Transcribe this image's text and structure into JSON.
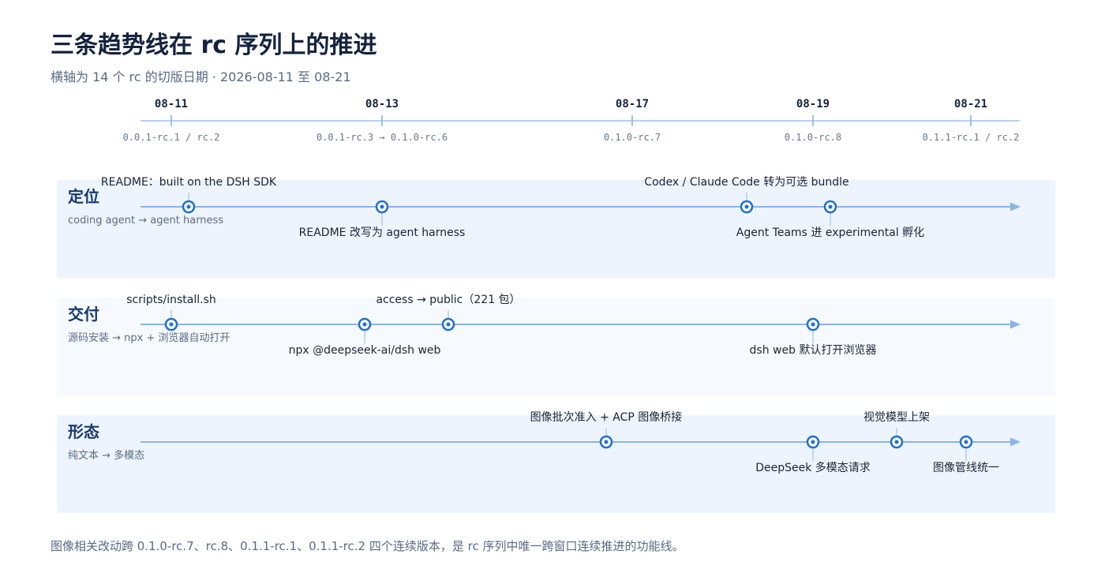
{
  "title": "三条趋势线在 rc 序列上的推进",
  "subtitle": "横轴为 14 个 rc 的切版日期 · 2026-08-11 至 08-21",
  "axis": {
    "ticks": [
      {
        "date": "08-11",
        "versions": "0.0.1-rc.1 / rc.2"
      },
      {
        "date": "08-13",
        "versions": "0.0.1-rc.3 → 0.1.0-rc.6"
      },
      {
        "date": "08-17",
        "versions": "0.1.0-rc.7"
      },
      {
        "date": "08-19",
        "versions": "0.1.0-rc.8"
      },
      {
        "date": "08-21",
        "versions": "0.1.1-rc.1 / rc.2"
      }
    ]
  },
  "lanes": [
    {
      "title": "定位",
      "desc": "coding agent → agent harness",
      "events": [
        {
          "label": "README：built on the DSH SDK",
          "pos": "above"
        },
        {
          "label": "README 改写为 agent harness",
          "pos": "below"
        },
        {
          "label": "Codex / Claude Code 转为可选 bundle",
          "pos": "above"
        },
        {
          "label": "Agent Teams 进 experimental 孵化",
          "pos": "below"
        }
      ]
    },
    {
      "title": "交付",
      "desc": "源码安装 → npx + 浏览器自动打开",
      "events": [
        {
          "label": "scripts/install.sh",
          "pos": "above"
        },
        {
          "label": "npx @deepseek-ai/dsh web",
          "pos": "below"
        },
        {
          "label": "access → public（221 包）",
          "pos": "above"
        },
        {
          "label": "dsh web 默认打开浏览器",
          "pos": "below"
        }
      ]
    },
    {
      "title": "形态",
      "desc": "纯文本 → 多模态",
      "events": [
        {
          "label": "图像批次准入 + ACP 图像桥接",
          "pos": "above"
        },
        {
          "label": "DeepSeek 多模态请求",
          "pos": "below"
        },
        {
          "label": "视觉模型上架",
          "pos": "above"
        },
        {
          "label": "图像管线统一",
          "pos": "below"
        }
      ]
    }
  ],
  "footer": "图像相关改动跨 0.1.0-rc.7、rc.8、0.1.1-rc.1、0.1.1-rc.2 四个连续版本，是 rc 序列中唯一跨窗口连续推进的功能线。",
  "colors": {
    "title": "#15233f",
    "accent": "#1f6fd1",
    "line": "#8ab4e8",
    "lane_bg": "#edf4fd"
  }
}
